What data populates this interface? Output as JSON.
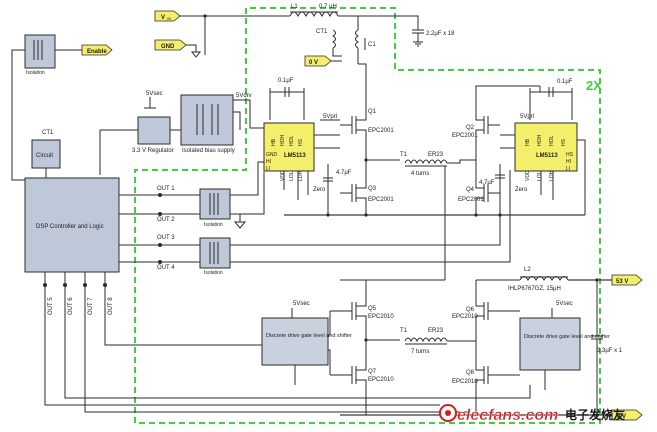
{
  "labels": {
    "vin": "V",
    "vin_sub": "IN",
    "gnd": "GND",
    "zero_v": "0 V",
    "enable": "Enable",
    "isolation_top": "Isolation",
    "isolation_1": "Isolation",
    "isolation_2": "Isolation",
    "l1": "L1",
    "l1_value": "0.7 µH",
    "ct1_top": "CT1",
    "c1": "C1",
    "cap_bank": "2.2µF x 18",
    "two_x": "2X",
    "vdrv_5v": "5Vdrv",
    "vsec_5v": "5Vsec",
    "regulator_3v3": "3.3 V Regulator",
    "isolated_bias": "Isolated bias supply",
    "ct1_left": "CT1",
    "circuit": "Circuit",
    "dsp": "DSP Controller and Logic",
    "out1": "OUT 1",
    "out2": "OUT 2",
    "out3": "OUT 3",
    "out4": "OUT 4",
    "out5": "OUT 5",
    "out6": "OUT 6",
    "out7": "OUT 7",
    "out8": "OUT 8",
    "cap_01u_left": "0.1µF",
    "cap_01u_right": "0.1µF",
    "vprl_5v_left": "5Vprl",
    "vprl_5v_right": "5Vprl",
    "lm_left": "LM5113",
    "lm_right": "LM5113",
    "cap_47u_left": "4.7µF",
    "cap_47u_right": "4.7µF",
    "zero_left": "Zero",
    "zero_right": "Zero",
    "q1": "Q1",
    "q1_part": "EPC2001",
    "q2": "Q2",
    "q2_part": "EPC2001",
    "q3": "Q3",
    "q3_part": "EPC2001",
    "q4": "Q4",
    "q4_part": "EPC2001",
    "t1_top": "T1",
    "er_top": "ER23",
    "turns_top": "4 turns",
    "q5": "Q5",
    "q5_part": "EPC2010",
    "q6": "Q6",
    "q6_part": "EPC2010",
    "q7": "Q7",
    "q7_part": "EPC2010",
    "q8": "Q8",
    "q8_part": "EPC2010",
    "t1_bot": "T1",
    "er_bot": "ER23",
    "turns_bot": "7 turns",
    "l2": "L2",
    "l2_part": "IHLP6767GZ, 15µH",
    "vsec_5v_left": "5Vsec",
    "vsec_5v_right": "5Vsec",
    "drv_left": "Discrete drive gate level and shifter",
    "drv_right": "Discrete drive gate level and shifter",
    "cap_out": "3.3µF x 1",
    "out_53v": "53 V",
    "out_0v": "0 V",
    "watermark_logo": "elecfans.com",
    "watermark_cn": "电子发烧友"
  },
  "ic_pins": {
    "left_top": [
      "HB",
      "HOH",
      "HOL",
      "HS"
    ],
    "left_side": [
      "GND",
      "HI",
      "LI"
    ],
    "left_bottom": [
      "VDD",
      "LOL",
      "LOH"
    ],
    "right_top": [
      "HB",
      "HOH",
      "HOL",
      "HS"
    ],
    "right_side": [
      "HS",
      "HI",
      "LI"
    ],
    "right_bottom": [
      "VDD",
      "LOL",
      "LOH"
    ]
  },
  "colors": {
    "frame_dash": "#3fcf3f",
    "tag_fill": "#f4ef6a",
    "block_fill": "#bfc8d8",
    "watermark_red": "#d51d1d"
  }
}
